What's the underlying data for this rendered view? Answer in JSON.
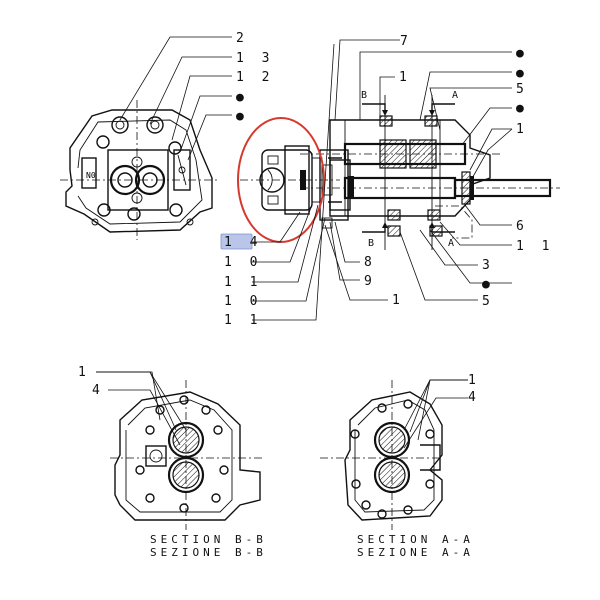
{
  "callouts": {
    "top_left": [
      "2",
      "1 3",
      "1 2",
      "●",
      "●"
    ],
    "left_column": [
      "1 4",
      "1 0",
      "1 1",
      "1 0",
      "1 1"
    ],
    "top_center": "7",
    "right_top": [
      "●",
      "●",
      "1",
      "5",
      "●",
      "1"
    ],
    "right_bottom": [
      "6",
      "1 1",
      "3",
      "●",
      "5"
    ],
    "center_bottom": [
      "8",
      "9",
      "1"
    ],
    "section_b_labels": [
      "1",
      "4"
    ],
    "section_a_labels": [
      "1",
      "4"
    ]
  },
  "section_marks": {
    "b": "B",
    "a": "A"
  },
  "captions": {
    "section_b": [
      "SECTION  B-B",
      "SEZIONE  B-B"
    ],
    "section_a": [
      "SECTION  A-A",
      "SEZIONE  A-A"
    ]
  },
  "highlight": {
    "label_index": 0,
    "ring_color": "#d63a2e",
    "box_color": "#b9c6ea"
  }
}
